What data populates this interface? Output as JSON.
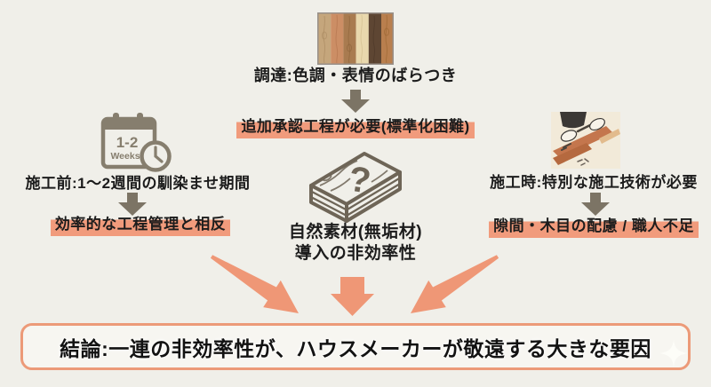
{
  "palette": {
    "background": "#f0efe9",
    "accent_salmon": "#f19b7c",
    "arrow_salmon": "#ef9776",
    "box_border": "#ec9a78",
    "icon_taupe": "#7c7465",
    "text_dark": "#1c1c1c"
  },
  "top_flow": {
    "icon": "wood-plank-swatches",
    "plank_colors": [
      "#c5a67c",
      "#cc8e65",
      "#a97b50",
      "#e9d8ad",
      "#5e4633",
      "#b97f4e"
    ],
    "grain_colors": [
      "#a5855c",
      "#b0704a",
      "#8a6038",
      "#cdb887",
      "#4a3526",
      "#96632f"
    ],
    "label": "調達:色調・表情のばらつき",
    "result": "追加承認工程が必要(標準化困難)"
  },
  "left_flow": {
    "icon": "calendar-clock",
    "icon_text_line1": "1-2",
    "icon_text_line2": "Weeks",
    "label": "施工前:1〜2週間の馴染ませ期間",
    "result": "効率的な工程管理と相反"
  },
  "center": {
    "icon": "lumber-stack-question",
    "question_mark": "?",
    "title_line1": "自然素材(無垢材)",
    "title_line2": "導入の非効率性"
  },
  "right_flow": {
    "icon": "carpentry-work",
    "label": "施工時:特別な施工技術が必要",
    "result": "隙間・木目の配慮 / 職人不足"
  },
  "conclusion": {
    "text": "結論:一連の非効率性が、ハウスメーカーが敬遠する大きな要因"
  }
}
